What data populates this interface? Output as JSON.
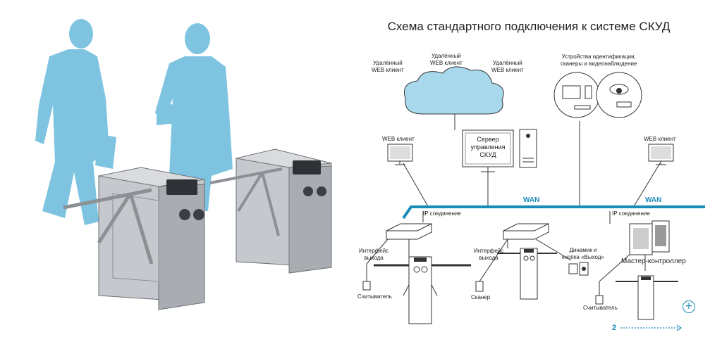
{
  "title": "Схема стандартного подключения к системе СКУД",
  "labels": {
    "remote_client_1": [
      "Удалённый",
      "WEB клиент"
    ],
    "remote_client_2": [
      "Удалённый",
      "WEB клиент"
    ],
    "remote_client_3": [
      "Удалённый",
      "WEB клиент"
    ],
    "devices": [
      "Устройства идентификации,",
      "сканеры и видеонаблюдение"
    ],
    "server": [
      "Сервер",
      "управления",
      "СКУД"
    ],
    "web_client_left": "WEB клиент",
    "web_client_right": "WEB клиент",
    "wan_1": "WAN",
    "wan_2": "WAN",
    "ip_1": "IP соединение",
    "ip_2": "IP соединение",
    "interface_1": [
      "Интерфейс",
      "выхода"
    ],
    "interface_2": [
      "Интерфейс",
      "выхода"
    ],
    "reader_1": "Считыватель",
    "scanner": "Сканер",
    "speaker": [
      "Динамик и",
      "кнопка «Выход»"
    ],
    "master_controller": "Мастер-контроллер",
    "reader_2": "Считыватель",
    "next_page": "2",
    "plus": "+"
  },
  "colors": {
    "silhouette": "#7ec4e0",
    "wan_line": "#1b8bb8",
    "line": "#333333",
    "metal": "#b6b9bd",
    "metal_dark": "#8c9095",
    "cloud": "#a8d8ec"
  }
}
